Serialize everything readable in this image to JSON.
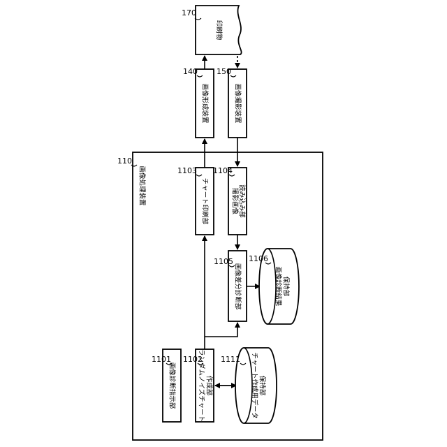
{
  "diagram": {
    "refs": {
      "r170": "170",
      "r140": "140",
      "r150": "150",
      "r110": "110",
      "r1103": "1103",
      "r1104": "1104",
      "r1105": "1105",
      "r1106": "1106",
      "r1101": "1101",
      "r1102": "1102",
      "r1111": "1111"
    },
    "labels": {
      "printed_matter": "印刷物",
      "image_forming_device": "画像形成装置",
      "image_capturing_device": "画像撮影装置",
      "image_processing_device": "画像処理装置",
      "chart_printing_unit": "チャート印刷部",
      "captured_image_reading_unit_line1": "撮影画像",
      "captured_image_reading_unit_line2": "読み込み部",
      "image_difference_diagnosis_unit": "画像差分診断部",
      "diagnosis_result_storage_line1": "画像診断結果",
      "diagnosis_result_storage_line2": "保持部",
      "diagnosis_instruction_unit": "画像診断指示部",
      "random_noise_chart_creation_line1": "ランダムノイズチャート",
      "random_noise_chart_creation_line2": "作成部",
      "chart_creation_data_storage_line1": "チャート作成用データ",
      "chart_creation_data_storage_line2": "保持部"
    }
  }
}
